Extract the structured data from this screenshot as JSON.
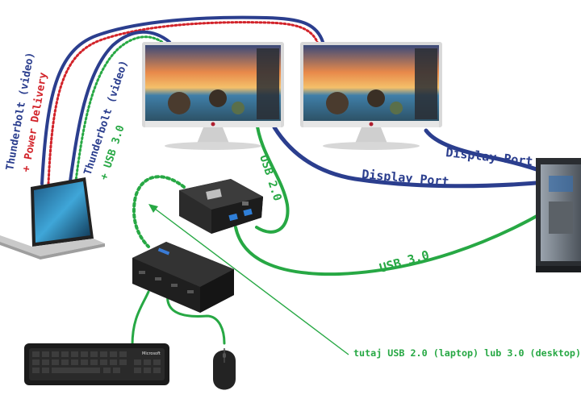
{
  "labels": {
    "tb_video_power_line1": "Thunderbolt (video)",
    "tb_video_power_line2": "+ Power Delivery",
    "tb_video_usb_line1": "Thunderbolt (video)",
    "tb_video_usb_line2": "+ USB 3.0",
    "usb20": "USB 2.0",
    "usb30": "USB 3.0",
    "displayport_top": "Display Port",
    "displayport_bottom": "Display Port",
    "note": "tutaj USB 2.0 (laptop) lub 3.0 (desktop)",
    "keyboard_brand": "Microsoft"
  },
  "colors": {
    "thunderbolt_blue": "#2b3e8e",
    "power_red": "#d2232a",
    "usb_green": "#27a844",
    "displayport_blue": "#2b3e8e",
    "label_blue": "#2b3e8e",
    "label_red": "#d2232a",
    "label_green": "#27a844"
  },
  "icons": {
    "laptop": "laptop-icon",
    "monitor": "monitor-icon",
    "hub": "usb-switch-icon",
    "usb_hub": "usb-hub-icon",
    "keyboard": "keyboard-icon",
    "mouse": "mouse-icon",
    "desktop": "desktop-pc-icon"
  }
}
